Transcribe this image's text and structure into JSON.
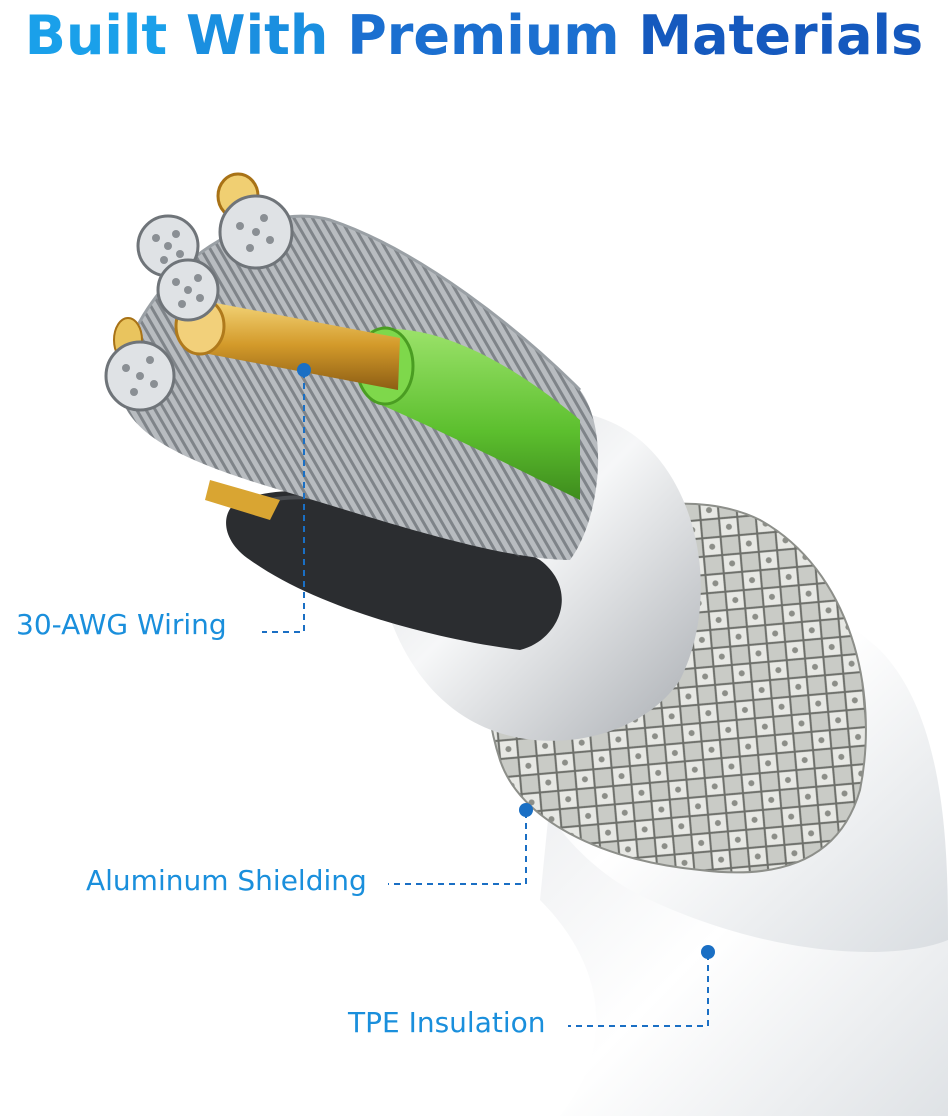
{
  "header": {
    "title_words": [
      "Built",
      "With",
      "Premium",
      "Materials"
    ]
  },
  "callouts": {
    "wiring": "30-AWG Wiring",
    "shielding": "Aluminum Shielding",
    "insulation": "TPE Insulation"
  },
  "colors": {
    "title_gradient": [
      "#1aa0ea",
      "#1559be"
    ],
    "label": "#1a8fdc",
    "leader": "#1a6fc4",
    "copper": "#d9a532",
    "green_insulation": "#6bc93a",
    "silver": "#b9bdc1",
    "cable_white": "#f1f2f4"
  }
}
